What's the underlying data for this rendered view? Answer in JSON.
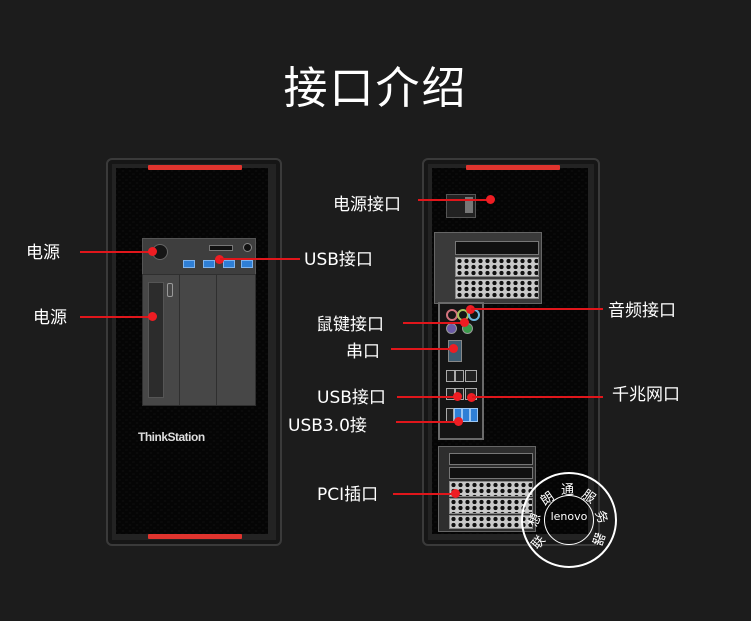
{
  "title": "接口介绍",
  "front_tower": {
    "brand_logo": "ThinkStation",
    "callouts": [
      {
        "label": "电源",
        "target": "power-button"
      },
      {
        "label": "电源",
        "target": "optical-drive"
      },
      {
        "label": "USB接口",
        "target": "front-usb-ports"
      }
    ]
  },
  "rear_tower": {
    "callouts_left": [
      {
        "label": "电源接口",
        "target": "power-inlet"
      },
      {
        "label": "鼠键接口",
        "target": "ps2-ports"
      },
      {
        "label": "串口",
        "target": "serial-port"
      },
      {
        "label": "USB接口",
        "target": "rear-usb-ports"
      },
      {
        "label": "USB3.0接",
        "target": "usb3-ports"
      },
      {
        "label": "PCI插口",
        "target": "pci-slots"
      }
    ],
    "callouts_right": [
      {
        "label": "音频接口",
        "target": "audio-jacks"
      },
      {
        "label": "千兆网口",
        "target": "ethernet-port"
      }
    ]
  },
  "watermark": {
    "center_text": "lenovo",
    "ring_chars": [
      "联",
      "想",
      "朗",
      "通",
      "服",
      "务",
      "器"
    ]
  },
  "colors": {
    "background": "#1c1c1c",
    "accent_red": "#e0342e",
    "leader_red": "#e0161b",
    "usb_blue": "#2f7fd6"
  }
}
